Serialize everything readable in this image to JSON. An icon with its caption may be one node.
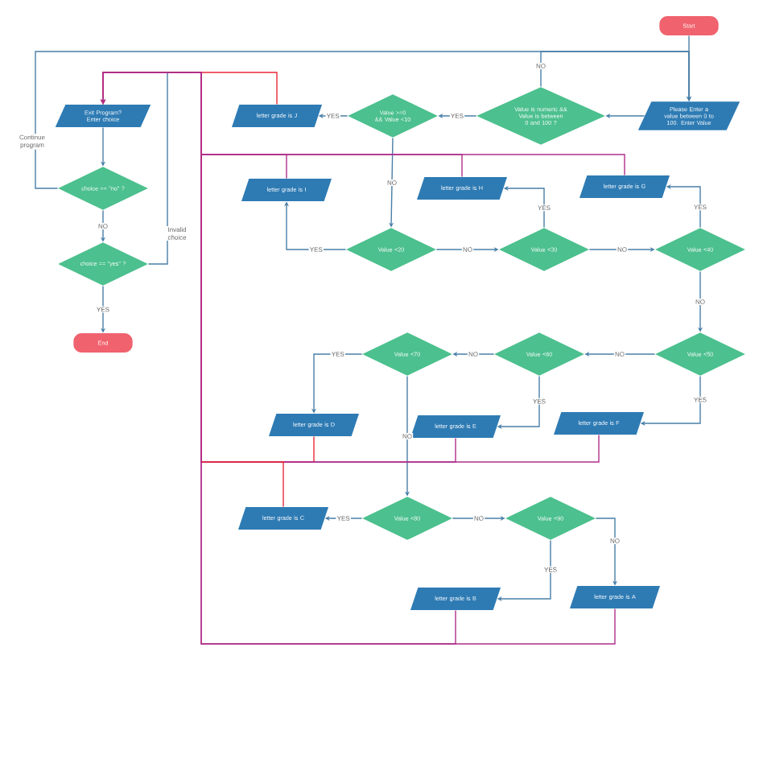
{
  "diagram": {
    "nodes": [
      {
        "text": [
          "Start"
        ]
      },
      {
        "text": [
          "Please Enter a value between 0 to 100. Enter Value"
        ]
      },
      {
        "text": [
          "Value is numeric && Value is between 0 and 100 ?"
        ]
      },
      {
        "text": [
          "Value >=0 && Value <10"
        ]
      },
      {
        "text": [
          "letter grade is J"
        ]
      },
      {
        "text": [
          "Exit Program? Enter choice"
        ]
      },
      {
        "text": [
          "choice == \"no\" ?"
        ]
      },
      {
        "text": [
          "choice == \"yes\" ?"
        ]
      },
      {
        "text": [
          "End"
        ]
      },
      {
        "text": [
          "letter grade is I"
        ]
      },
      {
        "text": [
          "letter grade is H"
        ]
      },
      {
        "text": [
          "letter grade is G"
        ]
      },
      {
        "text": [
          "Value <20"
        ]
      },
      {
        "text": [
          "Value <30"
        ]
      },
      {
        "text": [
          "Value <40"
        ]
      },
      {
        "text": [
          "Value <70"
        ]
      },
      {
        "text": [
          "Value <60"
        ]
      },
      {
        "text": [
          "Value <50"
        ]
      },
      {
        "text": [
          "letter grade is D"
        ]
      },
      {
        "text": [
          "letter grade is E"
        ]
      },
      {
        "text": [
          "letter grade is F"
        ]
      },
      {
        "text": [
          "letter grade is C"
        ]
      },
      {
        "text": [
          "Value <80"
        ]
      },
      {
        "text": [
          "Value <90"
        ]
      },
      {
        "text": [
          "letter grade is B"
        ]
      },
      {
        "text": [
          "letter grade is A"
        ]
      }
    ],
    "edges": [
      {
        "from": 0,
        "to": 1,
        "arrow": "to"
      },
      {
        "from": 1,
        "to": 2,
        "arrow": "to"
      },
      {
        "from": 2,
        "to": 1,
        "arrow": "to",
        "label": "NO"
      },
      {
        "from": 2,
        "to": 3,
        "arrow": "to",
        "label": "YES"
      },
      {
        "from": 3,
        "to": 4,
        "arrow": "to",
        "label": "YES"
      },
      {
        "from": 3,
        "to": 12,
        "arrow": "to",
        "label": "NO"
      },
      {
        "from": 12,
        "to": 9,
        "arrow": "to",
        "label": "YES"
      },
      {
        "from": 12,
        "to": 13,
        "arrow": "to",
        "label": "NO"
      },
      {
        "from": 13,
        "to": 10,
        "arrow": "to",
        "label": "YES"
      },
      {
        "from": 13,
        "to": 14,
        "arrow": "to",
        "label": "NO"
      },
      {
        "from": 14,
        "to": 11,
        "arrow": "to",
        "label": "YES"
      },
      {
        "from": 14,
        "to": 17,
        "arrow": "to",
        "label": "NO"
      },
      {
        "from": 17,
        "to": 20,
        "arrow": "to",
        "label": "YES"
      },
      {
        "from": 17,
        "to": 16,
        "arrow": "to",
        "label": "NO"
      },
      {
        "from": 16,
        "to": 19,
        "arrow": "to",
        "label": "YES"
      },
      {
        "from": 16,
        "to": 15,
        "arrow": "to",
        "label": "NO"
      },
      {
        "from": 15,
        "to": 18,
        "arrow": "to",
        "label": "YES"
      },
      {
        "from": 15,
        "to": 22,
        "arrow": "to",
        "label": "NO"
      },
      {
        "from": 22,
        "to": 21,
        "arrow": "to",
        "label": "YES"
      },
      {
        "from": 22,
        "to": 23,
        "arrow": "to",
        "label": "NO"
      },
      {
        "from": 23,
        "to": 24,
        "arrow": "to",
        "label": "YES"
      },
      {
        "from": 23,
        "to": 25,
        "arrow": "to",
        "label": "NO"
      },
      {
        "from": 5,
        "to": 6,
        "arrow": "to"
      },
      {
        "from": 6,
        "to": 7,
        "arrow": "to",
        "label": "NO"
      },
      {
        "from": 6,
        "to": 1,
        "arrow": "to",
        "label": "Continue program"
      },
      {
        "from": 7,
        "to": 8,
        "arrow": "to",
        "label": "YES"
      },
      {
        "from": 7,
        "to": 5,
        "arrow": "to",
        "label": "Invalid choice"
      },
      {
        "from": 4,
        "to": 5,
        "arrow": "to",
        "color": "#e8293a"
      },
      {
        "from": 9,
        "to": 5,
        "arrow": "to",
        "color": "#b0308a"
      },
      {
        "from": 10,
        "to": 5,
        "arrow": "to",
        "color": "#b0308a"
      },
      {
        "from": 11,
        "to": 5,
        "arrow": "to",
        "color": "#b0308a"
      },
      {
        "from": 18,
        "to": 5,
        "arrow": "to",
        "color": "#e8293a"
      },
      {
        "from": 19,
        "to": 5,
        "arrow": "to",
        "color": "#b0308a"
      },
      {
        "from": 20,
        "to": 5,
        "arrow": "to",
        "color": "#b0308a"
      },
      {
        "from": 21,
        "to": 5,
        "arrow": "to",
        "color": "#e8293a"
      },
      {
        "from": 24,
        "to": 5,
        "arrow": "to",
        "color": "#b0308a"
      },
      {
        "from": 25,
        "to": 5,
        "arrow": "to",
        "color": "#b0308a"
      }
    ]
  }
}
